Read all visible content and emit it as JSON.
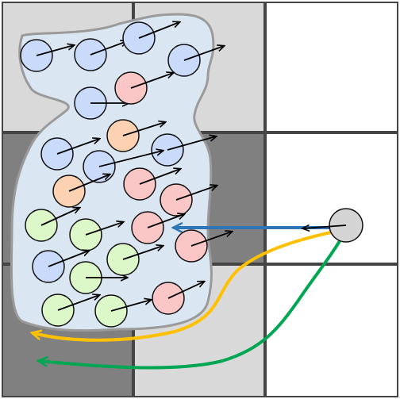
{
  "colors": {
    "grid_border": "#444444",
    "cell_white": "#ffffff",
    "cell_light": "#d9d9d9",
    "cell_dark": "#808080",
    "blob_fill": "#dbe6f3",
    "blob_stroke": "#9a9a9a",
    "blue_fill": "#c9dafb",
    "red_fill": "#fbc6c6",
    "orange_fill": "#fcd2b3",
    "green_fill": "#dcf7c8",
    "gray_fill": "#d4d4d4",
    "particle_stroke": "#111111",
    "velocity_arrow": "#000000",
    "path_blue": "#2e75b6",
    "path_orange": "#ffc000",
    "path_green": "#00a651"
  },
  "grid": {
    "cells": [
      [
        "light",
        "light",
        "white"
      ],
      [
        "dark",
        "dark",
        "white"
      ],
      [
        "dark",
        "light",
        "white"
      ]
    ]
  },
  "particles": [
    {
      "color": "blue"
    },
    {
      "color": "blue"
    },
    {
      "color": "blue"
    },
    {
      "color": "blue"
    },
    {
      "color": "blue"
    },
    {
      "color": "red"
    },
    {
      "color": "blue"
    },
    {
      "color": "orange"
    },
    {
      "color": "blue"
    },
    {
      "color": "blue"
    },
    {
      "color": "orange"
    },
    {
      "color": "red"
    },
    {
      "color": "red"
    },
    {
      "color": "green"
    },
    {
      "color": "green"
    },
    {
      "color": "red"
    },
    {
      "color": "red"
    },
    {
      "color": "blue"
    },
    {
      "color": "green"
    },
    {
      "color": "green"
    },
    {
      "color": "green"
    },
    {
      "color": "green"
    },
    {
      "color": "red"
    }
  ],
  "source": {
    "color": "gray"
  },
  "paths": [
    {
      "color": "blue"
    },
    {
      "color": "orange"
    },
    {
      "color": "green"
    }
  ]
}
